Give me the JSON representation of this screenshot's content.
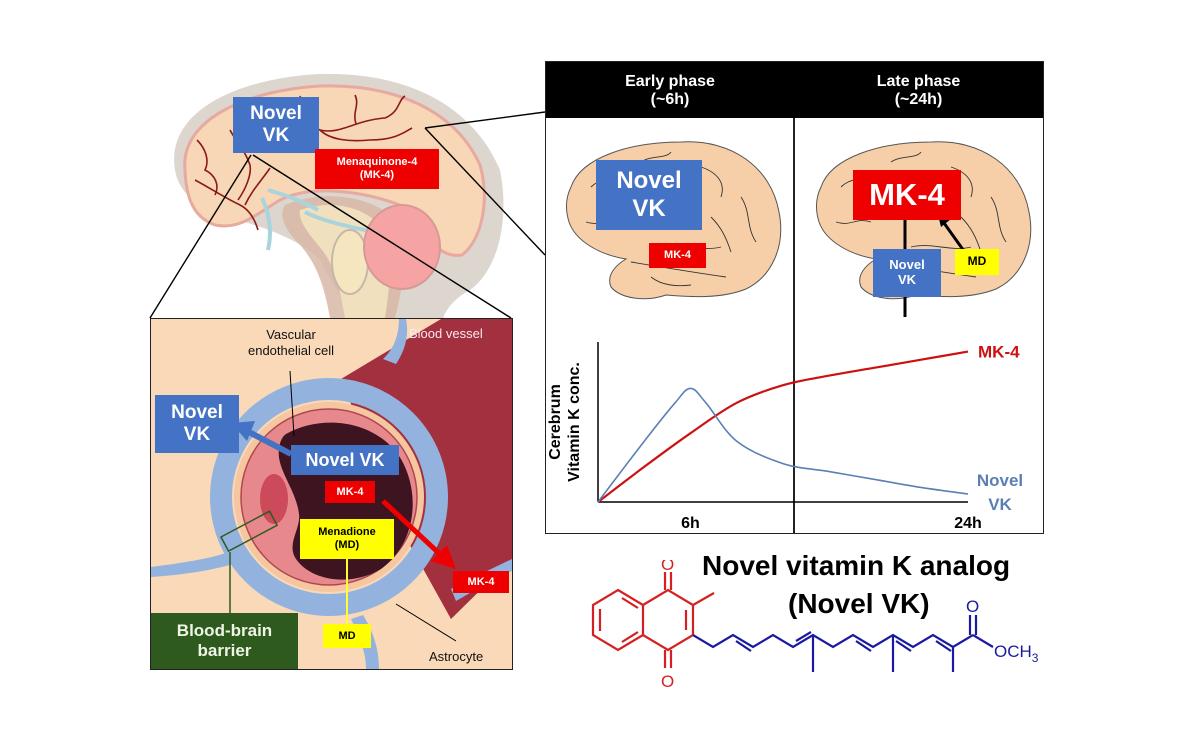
{
  "colors": {
    "novel_vk_blue": "#4472c4",
    "mk4_red": "#ee0000",
    "md_yellow": "#ffff00",
    "bbb_green": "#2e5a1e",
    "brain_tissue": "#f7d7b5",
    "blood_vessel": "#a3303f",
    "astrocyte": "#93b3de",
    "chart_mk4_line": "#cc1111",
    "chart_vk_line": "#5b7fb5",
    "quinone_red": "#d42020",
    "chain_blue": "#1a1aa0"
  },
  "head_illustration": {
    "novel_vk_label": "Novel\nVK",
    "mk4_label": "Menaquinone-4\n(MK-4)"
  },
  "detail_inset": {
    "vascular_endothelial_label": "Vascular\nendothelial  cell",
    "blood_vessel_label": "Blood  vessel",
    "novel_vk_outside": "Novel\nVK",
    "novel_vk_inside": "Novel VK",
    "mk4_inside": "MK-4",
    "menadione": "Menadione\n(MD)",
    "mk4_outside": "MK-4",
    "md_outside": "MD",
    "bbb_label": "Blood-brain\nbarrier",
    "astrocyte_label": "Astrocyte"
  },
  "phase_panel": {
    "early": {
      "title": "Early phase\n(~6h)",
      "novel_vk_label": "Novel\nVK",
      "mk4_label": "MK-4"
    },
    "late": {
      "title": "Late phase\n(~24h)",
      "mk4_label": "MK-4",
      "novel_vk_label": "Novel\nVK",
      "md_label": "MD"
    }
  },
  "chart_data": {
    "type": "line",
    "title": "",
    "xlabel": "",
    "ylabel": "Cerebrum\nVitamin K conc.",
    "x_ticks": [
      "6h",
      "24h"
    ],
    "x_tick_values": [
      6,
      24
    ],
    "xlim": [
      0,
      24
    ],
    "ylim": [
      0,
      1
    ],
    "grid": false,
    "phase_divider_x": 12,
    "series": [
      {
        "name": "MK-4",
        "label": "MK-4",
        "x": [
          0,
          3,
          6,
          9,
          12,
          15,
          18,
          21,
          24
        ],
        "y": [
          0,
          0.22,
          0.43,
          0.62,
          0.73,
          0.79,
          0.84,
          0.89,
          0.94
        ]
      },
      {
        "name": "Novel VK",
        "label": "Novel\nVK",
        "x": [
          0,
          3,
          5,
          6,
          7,
          9,
          12,
          15,
          18,
          21,
          24
        ],
        "y": [
          0,
          0.38,
          0.62,
          0.71,
          0.62,
          0.38,
          0.24,
          0.19,
          0.14,
          0.09,
          0.05
        ]
      }
    ]
  },
  "structure": {
    "title_line1": "Novel vitamin K analog",
    "title_line2": "(Novel VK)",
    "oxygen_top": "O",
    "oxygen_bottom": "O",
    "ester_oxygen": "O",
    "ester_group": "OCH",
    "ester_subscript": "3"
  }
}
